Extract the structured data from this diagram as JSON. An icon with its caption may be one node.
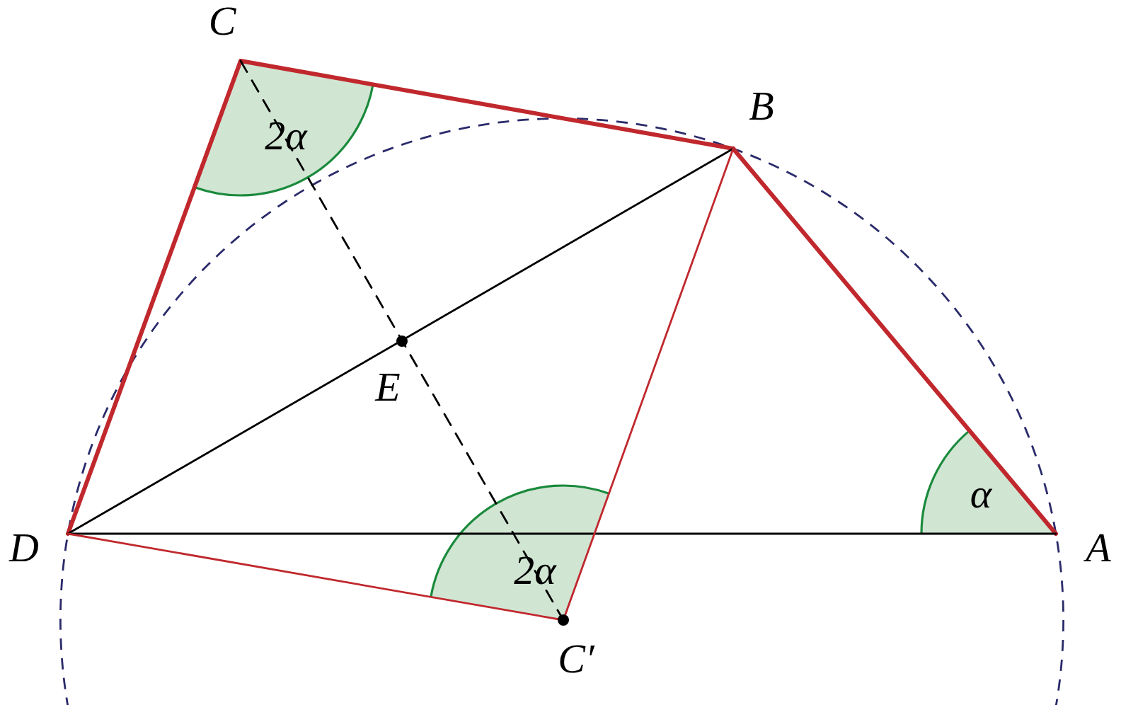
{
  "diagram": {
    "nodes": [
      {
        "text": [
          "C"
        ]
      },
      {
        "text": [
          "B"
        ]
      },
      {
        "text": [
          "E"
        ]
      },
      {
        "text": [
          "D"
        ]
      },
      {
        "text": [
          "A"
        ]
      },
      {
        "text": [
          "C′"
        ]
      }
    ],
    "edges": [
      {
        "from": 0,
        "to": 1,
        "arrow": "none",
        "style": "thick",
        "color": "#c0282d"
      },
      {
        "from": 1,
        "to": 4,
        "arrow": "none",
        "style": "thick",
        "color": "#c0282d"
      },
      {
        "from": 3,
        "to": 0,
        "arrow": "none",
        "style": "thick",
        "color": "#c0282d"
      },
      {
        "from": 3,
        "to": 1,
        "arrow": "none",
        "color": "#000000"
      },
      {
        "from": 3,
        "to": 4,
        "arrow": "none",
        "color": "#000000"
      },
      {
        "from": 1,
        "to": 5,
        "arrow": "none",
        "color": "#c0282d"
      },
      {
        "from": 3,
        "to": 5,
        "arrow": "none",
        "color": "#c0282d"
      },
      {
        "from": 0,
        "to": 5,
        "arrow": "none",
        "style": "dashed",
        "color": "#000000"
      }
    ],
    "labels": [
      "2α",
      "2α",
      "α"
    ]
  }
}
